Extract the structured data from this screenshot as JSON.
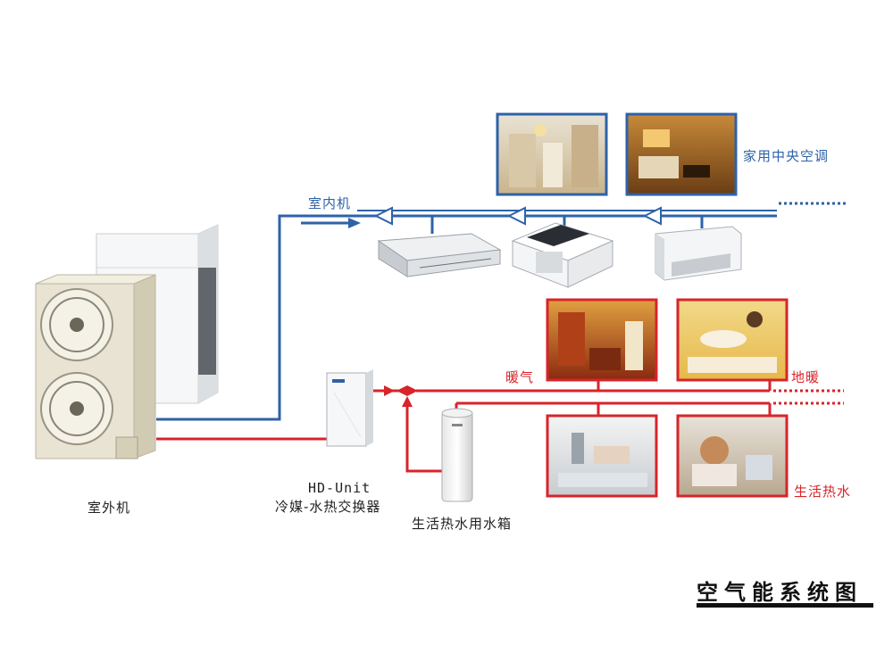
{
  "labels": {
    "outdoor_unit": "室外机",
    "indoor_unit": "室内机",
    "home_central_ac": "家用中央空调",
    "radiator": "暖气",
    "floor_heating": "地暖",
    "domestic_hot_water": "生活热水",
    "hd_unit_name": "HD-Unit",
    "hd_unit_desc": "冷媒-水热交换器",
    "water_tank": "生活热水用水箱"
  },
  "title": "空气能系统图",
  "colors": {
    "refrigerant_line": "#2e62a8",
    "hot_water_line": "#d8242a",
    "title_bar": "#111111"
  },
  "icons": [
    "outdoor-unit-fan-icon",
    "outdoor-unit-vrv-icon",
    "ducted-unit-icon",
    "cassette-unit-icon",
    "floor-console-icon",
    "hd-unit-icon",
    "water-tank-icon",
    "three-way-valve-icon"
  ]
}
